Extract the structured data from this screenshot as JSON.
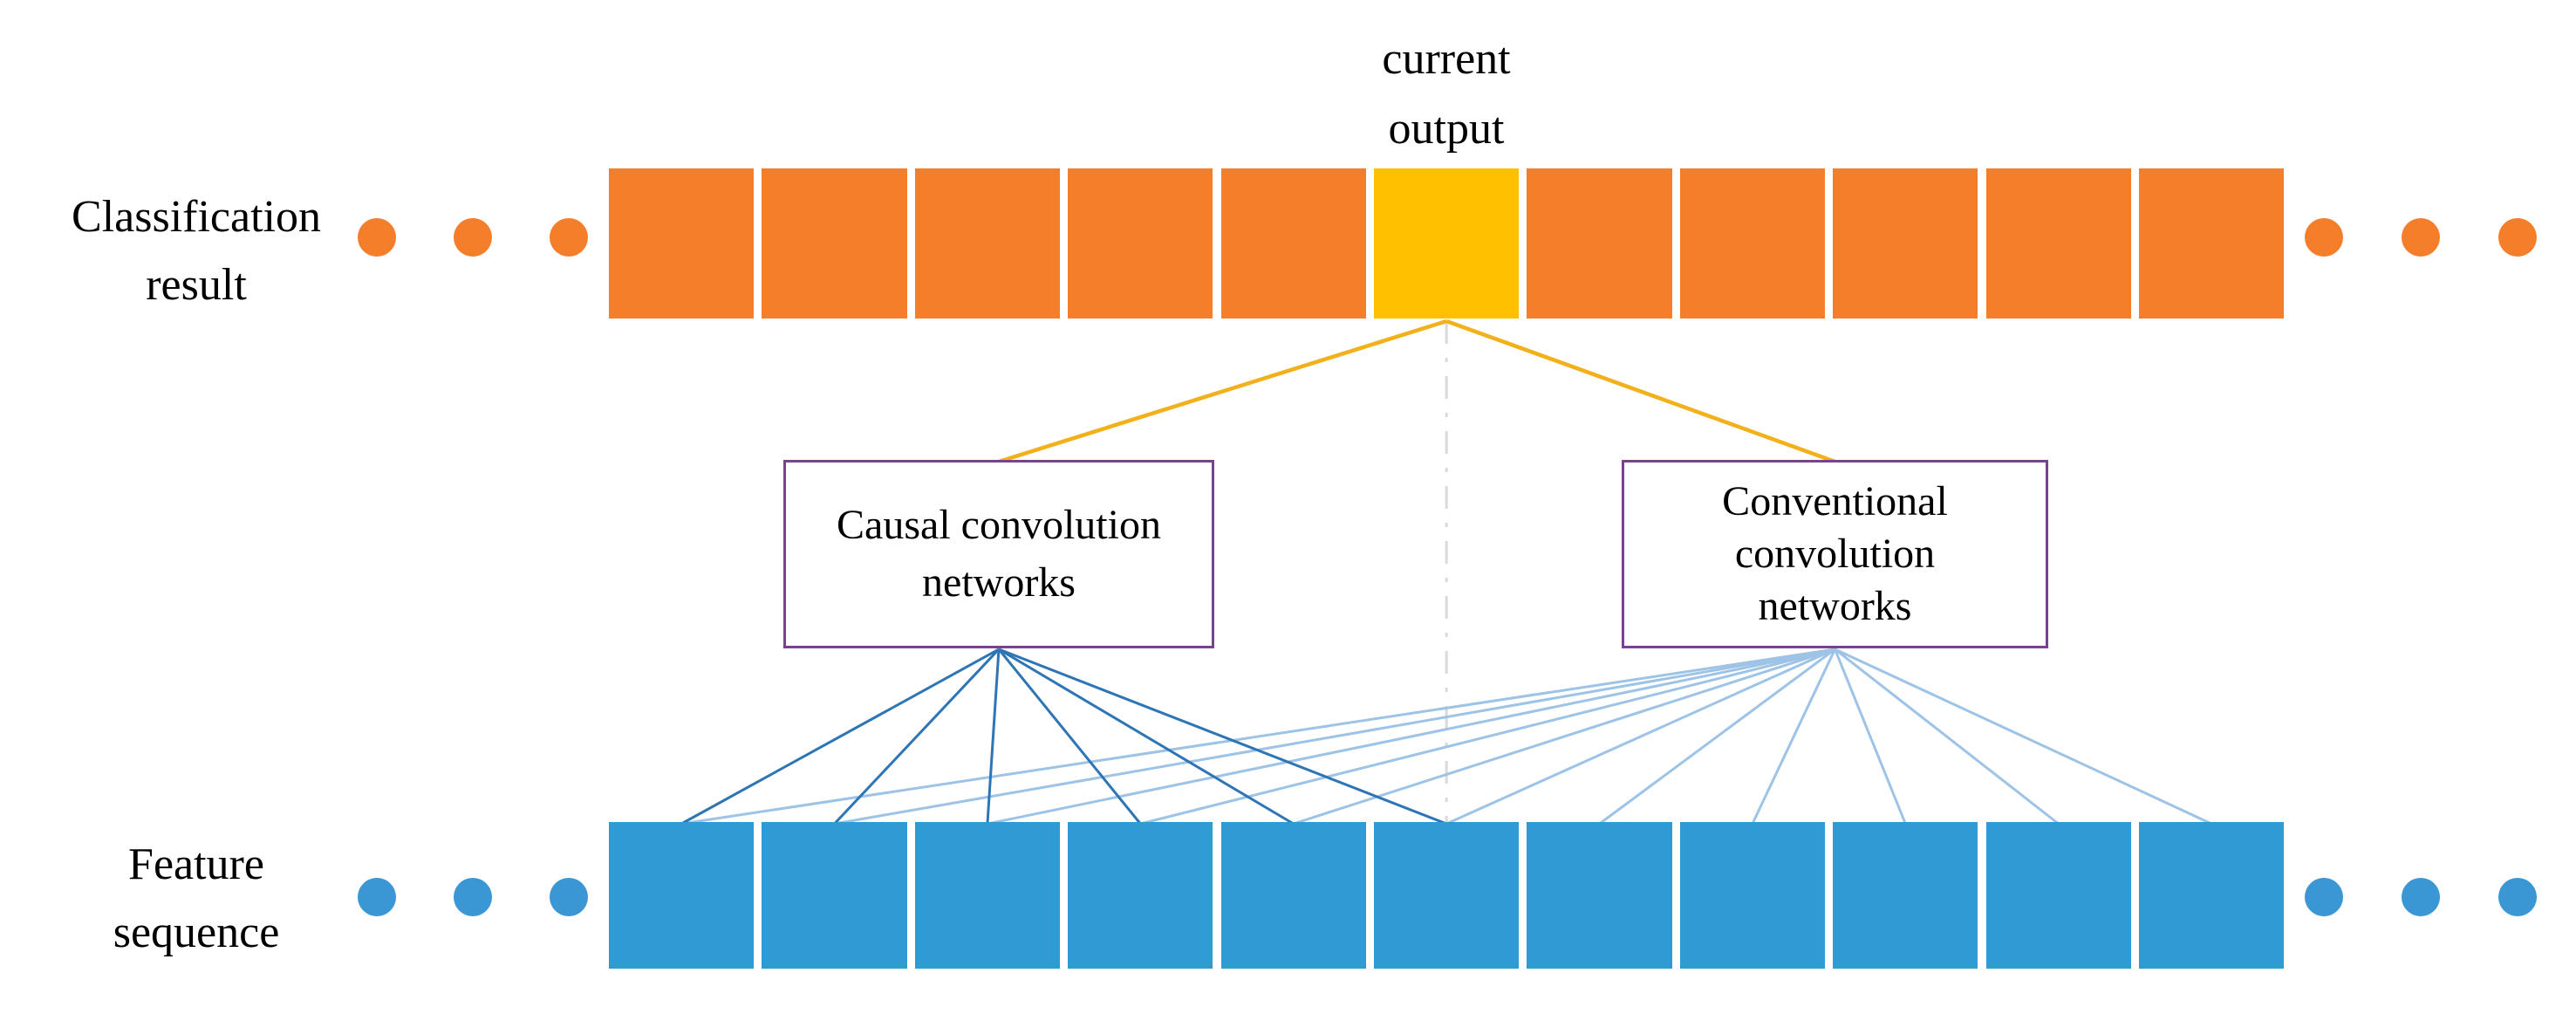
{
  "figure": {
    "labels": {
      "classification": [
        "Classification",
        "result"
      ],
      "feature": [
        "Feature",
        "sequence"
      ],
      "current_output": [
        "current",
        "output"
      ]
    },
    "boxes": {
      "causal": {
        "lines": [
          "Causal convolution",
          "networks"
        ]
      },
      "conventional": {
        "lines": [
          "Conventional",
          "convolution",
          "networks"
        ]
      }
    },
    "sequence": {
      "num_cells": 11,
      "current_cell_index": 6,
      "ellipsis_dots_per_side": 3
    },
    "connections": {
      "causal_targets": [
        1,
        2,
        3,
        4,
        5,
        6
      ],
      "conventional_targets": [
        1,
        2,
        3,
        4,
        5,
        6,
        7,
        8,
        9,
        10,
        11
      ],
      "current_output_links": [
        "causal",
        "conventional"
      ]
    },
    "colors": {
      "classification_cell": "#F57E2B",
      "classification_dot": "#F57E2B",
      "current_cell": "#FFC000",
      "current_line": "#F2B01A",
      "feature_cell": "#2E9BD5",
      "feature_dot": "#3B97D3",
      "causal_line": "#2E75B6",
      "conventional_line": "#9DC3E6",
      "box_border": "#79428F",
      "center_dashed_line": "#D9D9D9",
      "text": "#000000",
      "background": "#FFFFFF"
    }
  }
}
